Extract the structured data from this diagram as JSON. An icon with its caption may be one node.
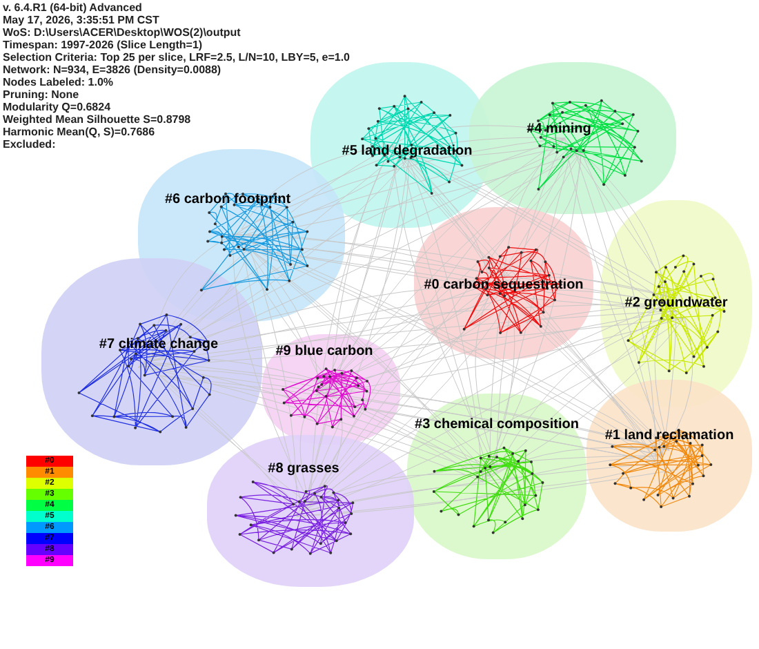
{
  "diagram": {
    "nodes": [
      {
        "text": [
          "#5 land degradation"
        ]
      },
      {
        "text": [
          "#4 mining"
        ]
      },
      {
        "text": [
          "#6 carbon footprint"
        ]
      },
      {
        "text": [
          "#0 carbon sequestration"
        ]
      },
      {
        "text": [
          "#2 groundwater"
        ]
      },
      {
        "text": [
          "#7 climate change"
        ]
      },
      {
        "text": [
          "#9 blue carbon"
        ]
      },
      {
        "text": [
          "#3 chemical composition"
        ]
      },
      {
        "text": [
          "#1 land reclamation"
        ]
      },
      {
        "text": [
          "#8 grasses"
        ]
      }
    ],
    "labels": [
      "v. 6.4.R1 (64-bit) Advanced",
      "May 17, 2026, 3:35:51 PM CST",
      "WoS: D:\\Users\\ACER\\Desktop\\WOS(2)\\output",
      "Timespan: 1997-2026 (Slice Length=1)",
      "Selection Criteria: Top 25 per slice, LRF=2.5, L/N=10, LBY=5, e=1.0",
      "Network: N=934, E=3826 (Density=0.0088)",
      "Nodes Labeled: 1.0%",
      "Pruning: None",
      "Modularity Q=0.6824",
      "Weighted Mean Silhouette S=0.8798",
      "Harmonic Mean(Q, S)=0.7686",
      "Excluded:"
    ],
    "legend": [
      {
        "text": "#0",
        "color": "#ff0000"
      },
      {
        "text": "#1",
        "color": "#ff8c00"
      },
      {
        "text": "#2",
        "color": "#ddff00"
      },
      {
        "text": "#3",
        "color": "#66ff00"
      },
      {
        "text": "#4",
        "color": "#00ff44"
      },
      {
        "text": "#5",
        "color": "#00ffcc"
      },
      {
        "text": "#6",
        "color": "#0099ff"
      },
      {
        "text": "#7",
        "color": "#0000ff"
      },
      {
        "text": "#8",
        "color": "#6600ff"
      },
      {
        "text": "#9",
        "color": "#ff00ff"
      }
    ]
  }
}
